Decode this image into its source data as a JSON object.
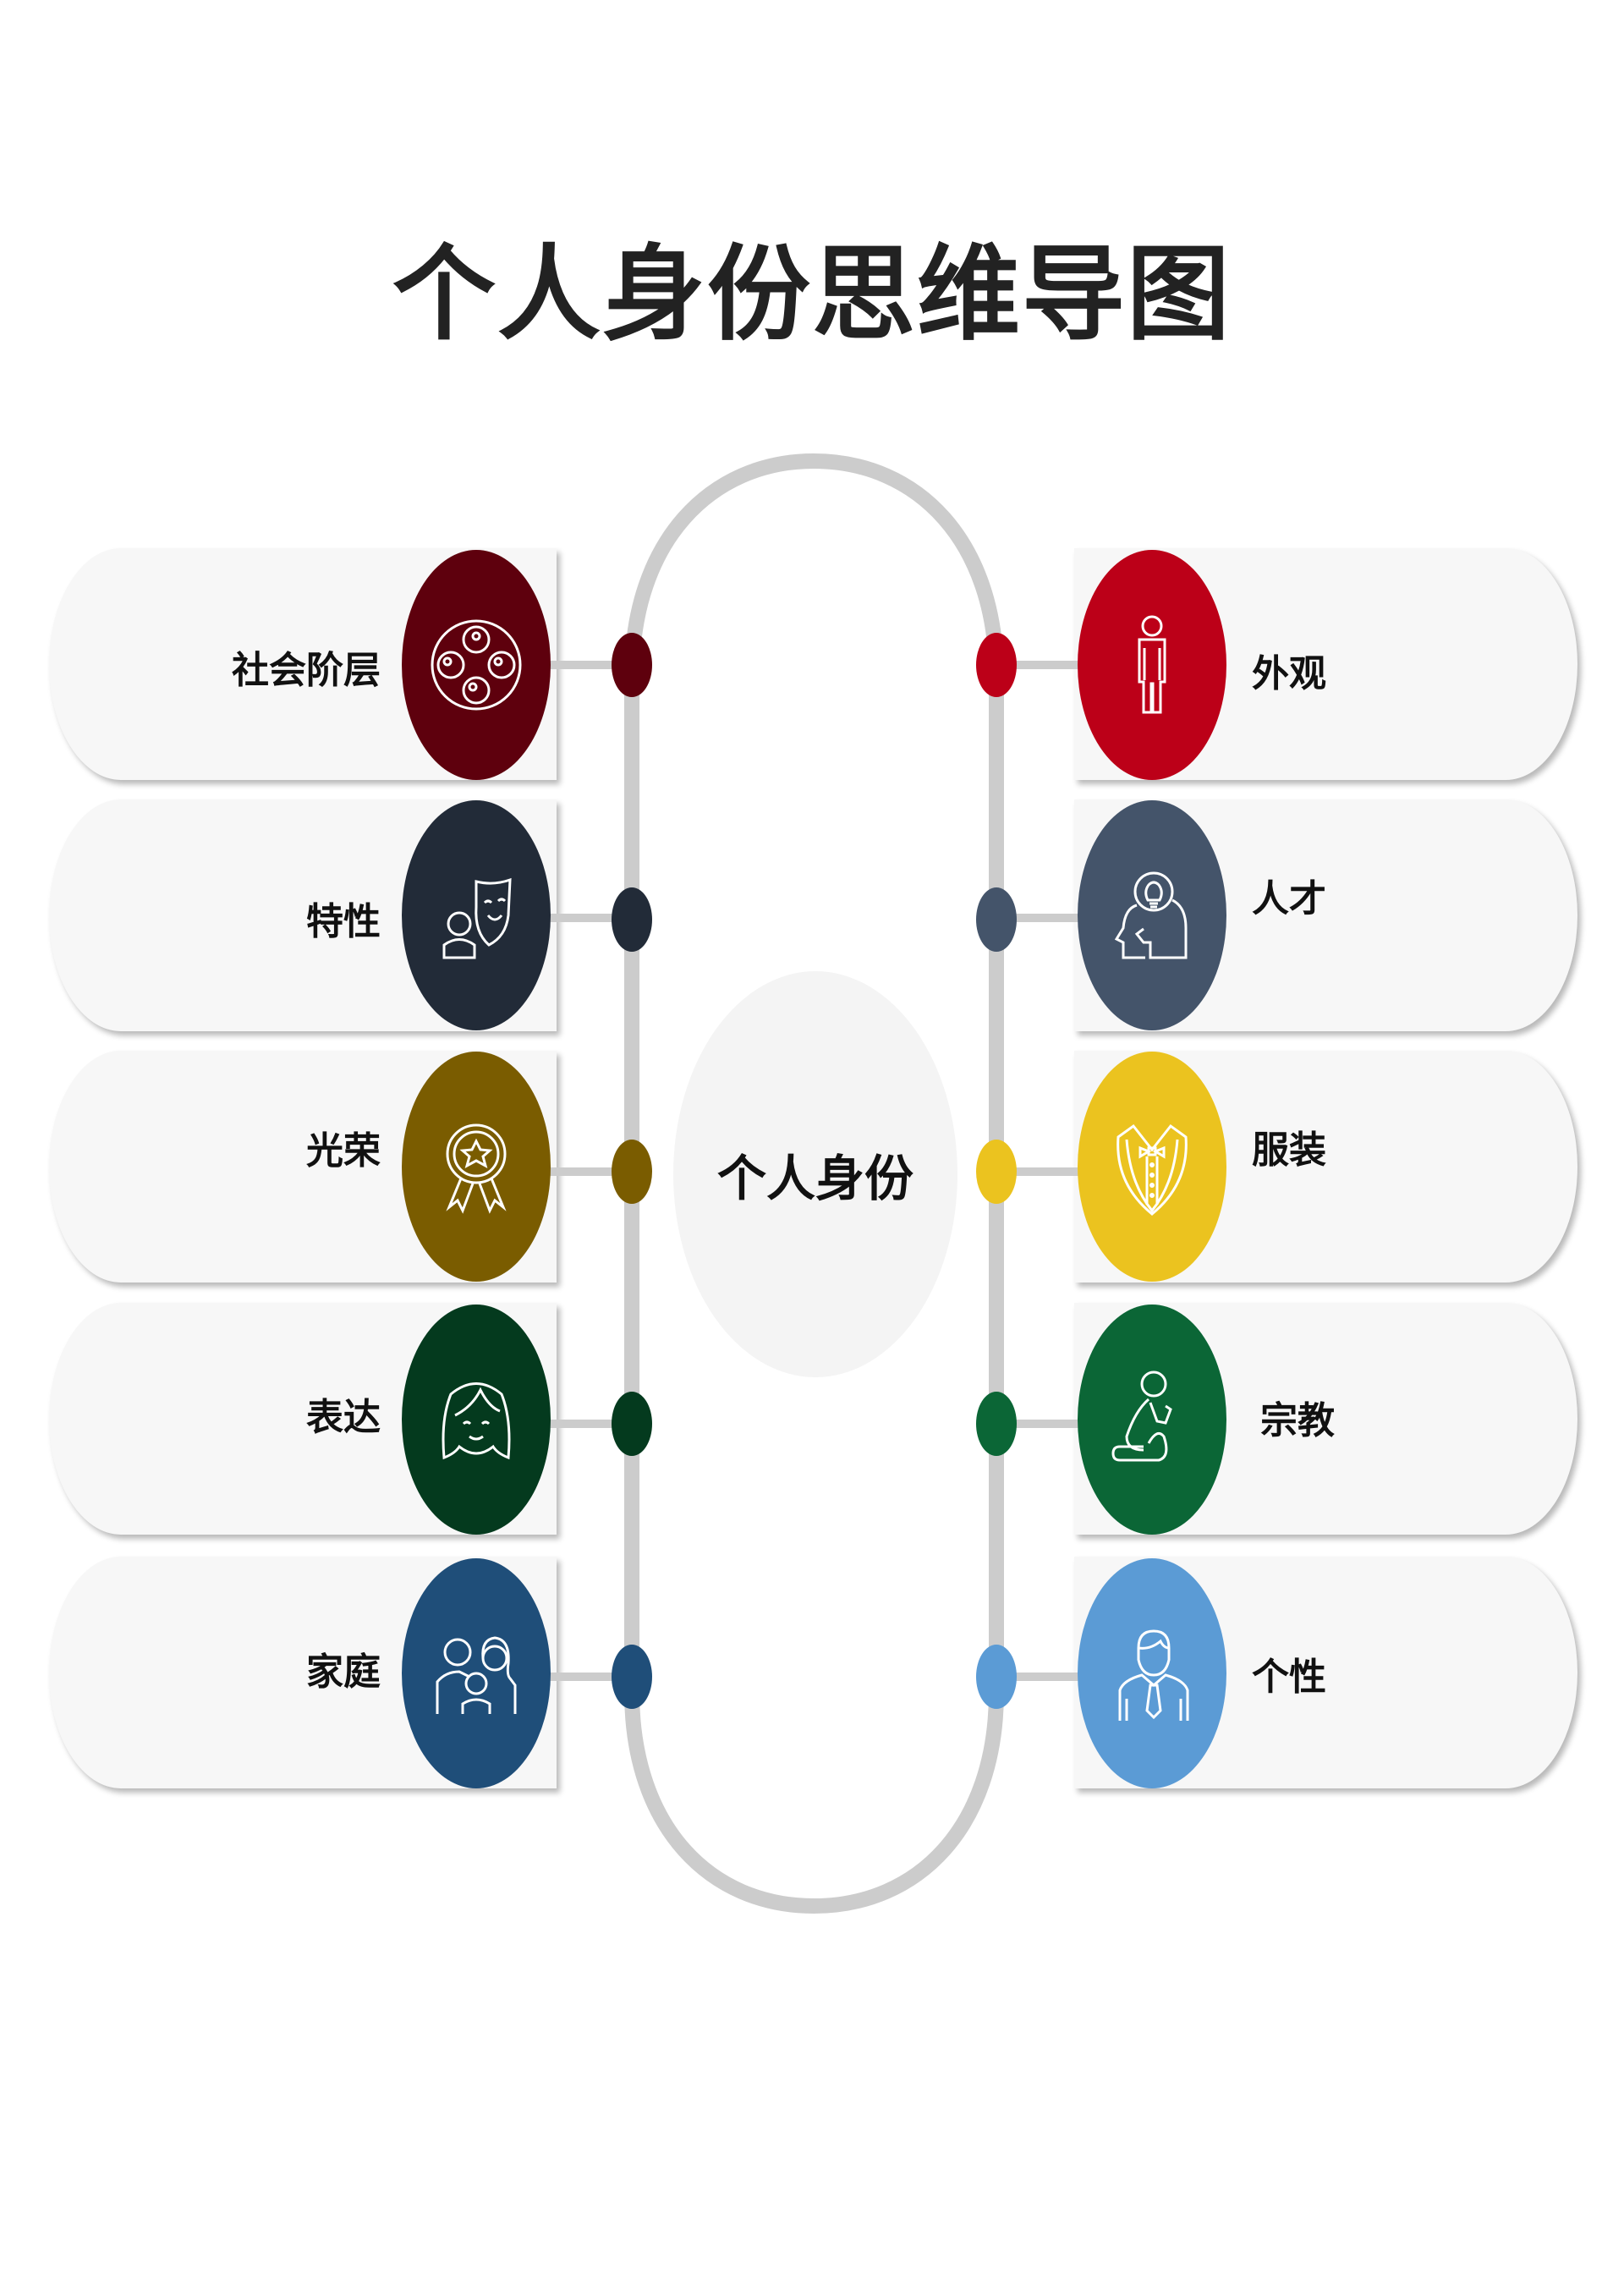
{
  "title": "个人身份思维导图",
  "center": {
    "label": "个人身份",
    "fill": "#f4f4f4"
  },
  "track": {
    "color": "#cccccc"
  },
  "left_branches": [
    {
      "label": "社会阶层",
      "icon": "social-class-people-circle-icon",
      "color": "#5e000d"
    },
    {
      "label": "特性",
      "icon": "theatre-mask-person-icon",
      "color": "#222b38"
    },
    {
      "label": "光荣",
      "icon": "award-medal-star-icon",
      "color": "#7a5c00"
    },
    {
      "label": "表达",
      "icon": "smiling-woman-face-icon",
      "color": "#043a1e"
    },
    {
      "label": "家庭",
      "icon": "family-group-icon",
      "color": "#1f4e79"
    }
  ],
  "right_branches": [
    {
      "label": "外观",
      "icon": "standing-person-icon",
      "color": "#bc0018"
    },
    {
      "label": "人才",
      "icon": "head-lightbulb-icon",
      "color": "#44546a"
    },
    {
      "label": "服装",
      "icon": "tuxedo-bowtie-icon",
      "color": "#ebc31f"
    },
    {
      "label": "宗教",
      "icon": "kneeling-prayer-icon",
      "color": "#0b6636"
    },
    {
      "label": "个性",
      "icon": "businessman-tie-icon",
      "color": "#5b9bd5"
    }
  ]
}
